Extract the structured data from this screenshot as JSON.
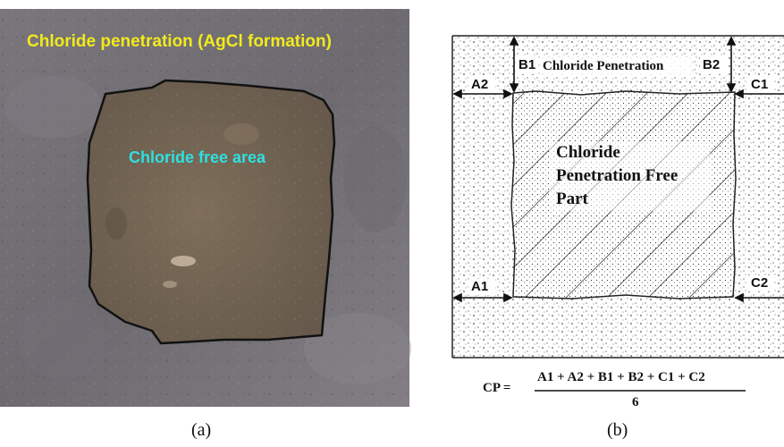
{
  "panel_a": {
    "label_top": "Chloride penetration (AgCl formation)",
    "label_center": "Chloride free area",
    "caption": "(a)",
    "colors": {
      "label_top": "#f2ea1c",
      "label_center": "#2fe0e0",
      "outline": "#111111"
    }
  },
  "panel_b": {
    "chloride_penetration": "Chloride Penetration",
    "free_part_line1": "Chloride",
    "free_part_line2": "Penetration Free",
    "free_part_line3": "Part",
    "marks": {
      "a1": "A1",
      "a2": "A2",
      "b1": "B1",
      "b2": "B2",
      "c1": "C1",
      "c2": "C2"
    },
    "formula_lhs": "CP =",
    "formula_numerator": "A1 + A2 + B1 + B2 + C1 + C2",
    "formula_denominator": "6",
    "caption": "(b)"
  }
}
